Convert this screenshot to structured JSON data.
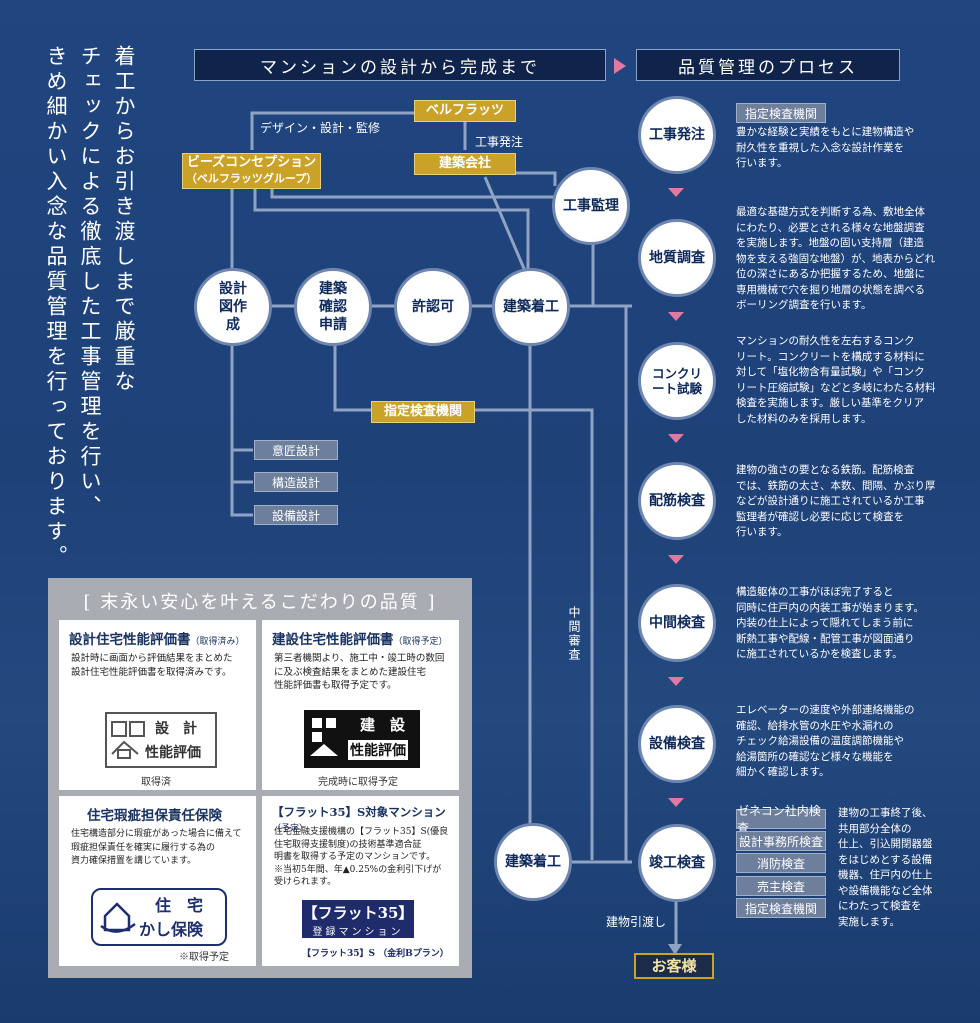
{
  "intro": [
    "着工からお引き渡しまで厳重な",
    "チェックによる徹底した工事管理を行い、",
    "きめ細かい入念な品質管理を行っております。"
  ],
  "headers": {
    "left": "マンションの設計から完成まで",
    "right": "品質管理のプロセス"
  },
  "flow": {
    "bellflats": "ベルフラッツ",
    "design_label": "デザイン・設計・監修",
    "order_label": "工事発注",
    "bcon_line1": "ビーズコンセプション",
    "bcon_line2": "（ベルフラッツグループ）",
    "builder": "建築会社",
    "supervision": "工事監理",
    "design_draw": "設計図作成",
    "apply": "建築確認申請",
    "permit": "許認可",
    "start": "建築着工",
    "agency": "指定検査機関",
    "sub_designs": [
      "意匠設計",
      "構造設計",
      "設備設計"
    ],
    "mid_inspect": "中間審査",
    "start_bottom": "建築着工",
    "handover": "建物引渡し",
    "customer": "お客様"
  },
  "process": [
    {
      "name": "工事発注",
      "tag": "指定検査機関",
      "desc": [
        "豊かな経験と実績をもとに建物構造や",
        "耐久性を重視した入念な設計作業を",
        "行います。"
      ]
    },
    {
      "name": "地質調査",
      "desc": [
        "最適な基礎方式を判断する為、敷地全体",
        "にわたり、必要とされる様々な地盤調査",
        "を実施します。地盤の固い支持層（建造",
        "物を支える強固な地盤）が、地表からどれ",
        "位の深さにあるか把握するため、地盤に",
        "専用機械で穴を掘り地層の状態を調べる",
        "ボーリング調査を行います。"
      ]
    },
    {
      "name": "コンクリート試験",
      "desc": [
        "マンションの耐久性を左右するコンク",
        "リート。コンクリートを構成する材料に",
        "対して「塩化物含有量試験」や「コンク",
        "リート圧縮試験」などと多岐にわたる材料",
        "検査を実施します。厳しい基準をクリア",
        "した材料のみを採用します。"
      ]
    },
    {
      "name": "配筋検査",
      "desc": [
        "建物の強さの要となる鉄筋。配筋検査",
        "では、鉄筋の太さ、本数、間隔、かぶり厚",
        "などが設計通りに施工されているか工事",
        "監理者が確認し必要に応じて検査を",
        "行います。"
      ]
    },
    {
      "name": "中間検査",
      "desc": [
        "構造躯体の工事がほぼ完了すると",
        "同時に住戸内の内装工事が始まります。",
        "内装の仕上によって隠れてしまう前に",
        "断熱工事や配線・配管工事が図面通り",
        "に施工されているかを検査します。"
      ]
    },
    {
      "name": "設備検査",
      "desc": [
        "エレベーターの速度や外部連絡機能の",
        "確認、給排水管の水圧や水漏れの",
        "チェック給湯設備の温度調節機能や",
        "給湯箇所の確認など様々な機能を",
        "細かく確認します。"
      ]
    },
    {
      "name": "竣工検査",
      "tags": [
        "ゼネコン社内検査",
        "設計事務所検査",
        "消防検査",
        "売主検査",
        "指定検査機関"
      ],
      "desc": [
        "建物の工事終了後、",
        "共用部分全体の",
        "仕上、引込開閉器盤",
        "をはじめとする設備",
        "機器、住戸内の仕上",
        "や設備機能など全体",
        "にわたって検査を",
        "実施します。"
      ]
    }
  ],
  "quality": {
    "title": "[ 末永い安心を叶えるこだわりの品質 ]",
    "panels": [
      {
        "title": "設計住宅性能評価書",
        "note": "（取得済み）",
        "text": [
          "設計時に画面から評価結果をまとめた",
          "設計住宅性能評価書を取得済みです。"
        ],
        "logo_top": "設　計",
        "logo_bottom": "性能評価",
        "caption": "取得済"
      },
      {
        "title": "建設住宅性能評価書",
        "note": "（取得予定）",
        "text": [
          "第三者機関より、施工中・竣工時の数回",
          "に及ぶ検査結果をまとめた建設住宅",
          "性能評価書も取得予定です。"
        ],
        "logo_top": "建　設",
        "logo_bottom": "性能評価",
        "caption": "完成時に取得予定"
      },
      {
        "title": "住宅瑕疵担保責任保険",
        "note": "",
        "text": [
          "住宅構造部分に瑕疵があった場合に備えて",
          "瑕疵担保責任を確実に履行する為の",
          "資力確保措置を講じています。"
        ],
        "logo_top": "住　宅",
        "logo_bottom": "かし保険",
        "caption": "※取得予定"
      },
      {
        "title": "【フラット35】S対象マンション",
        "note": "（予定）",
        "text": [
          "住宅金融支援機構の【フラット35】S(優良",
          "住宅取得支援制度)の技術基準適合証",
          "明書を取得する予定のマンションです。",
          "※当初5年間、年▲0.25%の金利引下げが",
          "受けられます。"
        ],
        "logo_top": "【フラット35】",
        "logo_bottom": "登録マンション",
        "caption": "【フラット35】S （金利Bプラン）"
      }
    ]
  }
}
